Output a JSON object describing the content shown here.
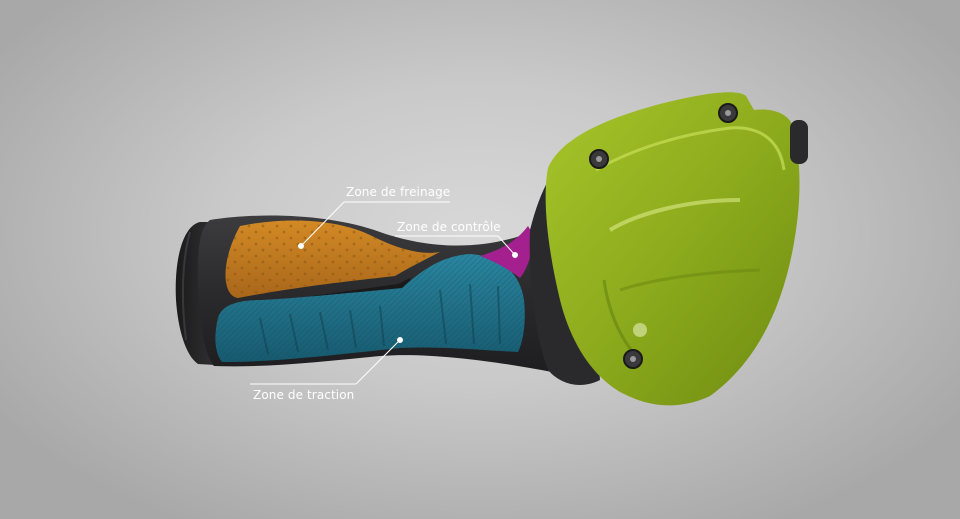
{
  "annotations": {
    "braking_zone": "Zone de freinage",
    "control_zone": "Zone de contrôle",
    "traction_zone": "Zone de traction"
  },
  "colors": {
    "braking": "#c9801f",
    "control": "#a3208e",
    "traction": "#1f6f87",
    "housing": "#8fae1c",
    "grip_body": "#2f2f31",
    "callout_line": "#ffffff"
  }
}
